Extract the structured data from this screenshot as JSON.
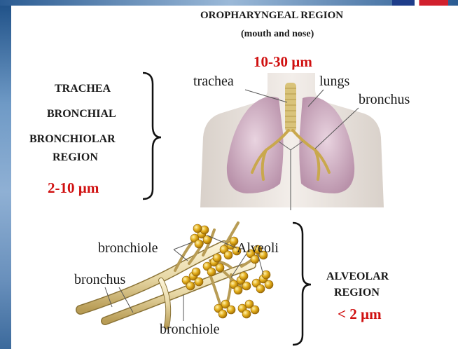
{
  "colors": {
    "accent_red": "#d01010",
    "lung_pink": "#d8b6cc",
    "torso_skin": "#efe9e4",
    "alveoli_gold": "#e3ad1a",
    "airway_tan": "#e8d8a6"
  },
  "oropharyngeal": {
    "title": "OROPHARYNGEAL REGION",
    "subtitle": "(mouth and nose)",
    "size": "10-30 µm"
  },
  "tracheal_region": {
    "line1": "TRACHEA",
    "line2": "BRONCHIAL",
    "line3": "BRONCHIOLAR",
    "line4": "REGION",
    "size": "2-10 µm"
  },
  "alveolar_region": {
    "line1": "ALVEOLAR",
    "line2": "REGION",
    "size": "< 2 µm"
  },
  "lung_labels": {
    "trachea": "trachea",
    "lungs": "lungs",
    "bronchus": "bronchus"
  },
  "airway_labels": {
    "bronchiole_top": "bronchiole",
    "alveoli": "Alveoli",
    "bronchus": "bronchus",
    "bronchiole_bottom": "bronchiole"
  }
}
